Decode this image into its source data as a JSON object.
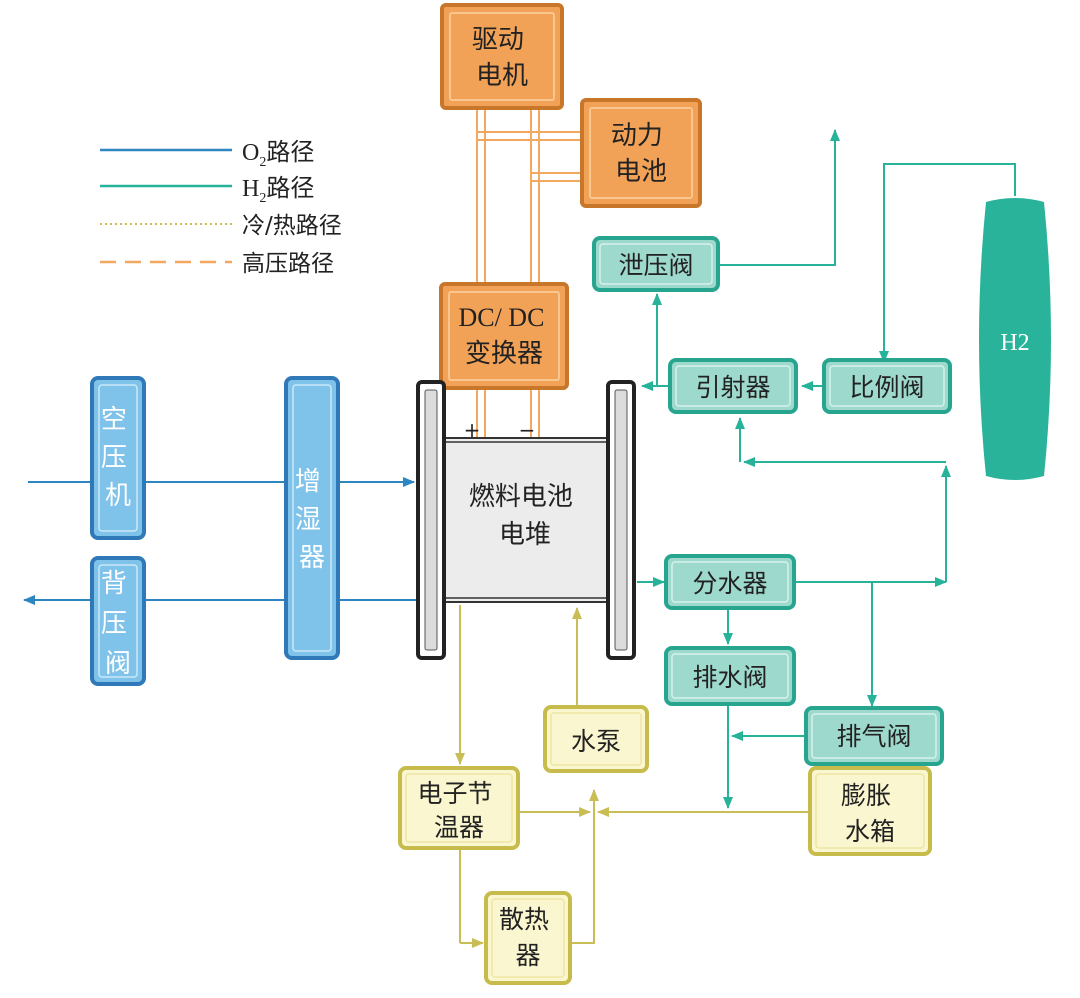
{
  "colors": {
    "o2": "#2e86c1",
    "h2": "#27b39a",
    "thermal": "#c9bd55",
    "hv": "#f3a860",
    "blue_fill": "#7fc2ea",
    "blue_border": "#2f79b8",
    "orange_fill": "#f2a257",
    "orange_border": "#c8762a",
    "teal_fill": "#9ed9cd",
    "teal_border": "#28a58e",
    "yellow_fill": "#faf6cf",
    "yellow_border": "#c6bb4b",
    "tank_fill": "#2ab39b"
  },
  "legend": {
    "o2_main": "O",
    "o2_sub": "2",
    "o2_suffix": "路径",
    "h2_main": "H",
    "h2_sub": "2",
    "h2_suffix": "路径",
    "thermal": "冷/热路径",
    "hv": "高压路径"
  },
  "components": {
    "motor": [
      "驱动",
      "电机"
    ],
    "battery": [
      "动力",
      "电池"
    ],
    "dcdc": [
      "DC/ DC",
      "变换器"
    ],
    "compressor": [
      "空",
      "压",
      "机"
    ],
    "humidifier": [
      "增",
      "湿",
      "器"
    ],
    "back_valve": [
      "背",
      "压",
      "阀"
    ],
    "stack": [
      "燃料电池",
      "电堆"
    ],
    "stack_plus": "+",
    "stack_minus": "−",
    "relief_valve": "泄压阀",
    "ejector": "引射器",
    "prop_valve": "比例阀",
    "tank": "H2",
    "separator": "分水器",
    "drain_valve": "排水阀",
    "purge_valve": "排气阀",
    "pump": "水泵",
    "thermostat": [
      "电子节",
      "温器"
    ],
    "expansion_tank": [
      "膨胀",
      "水箱"
    ],
    "radiator": [
      "散热",
      "器"
    ]
  }
}
